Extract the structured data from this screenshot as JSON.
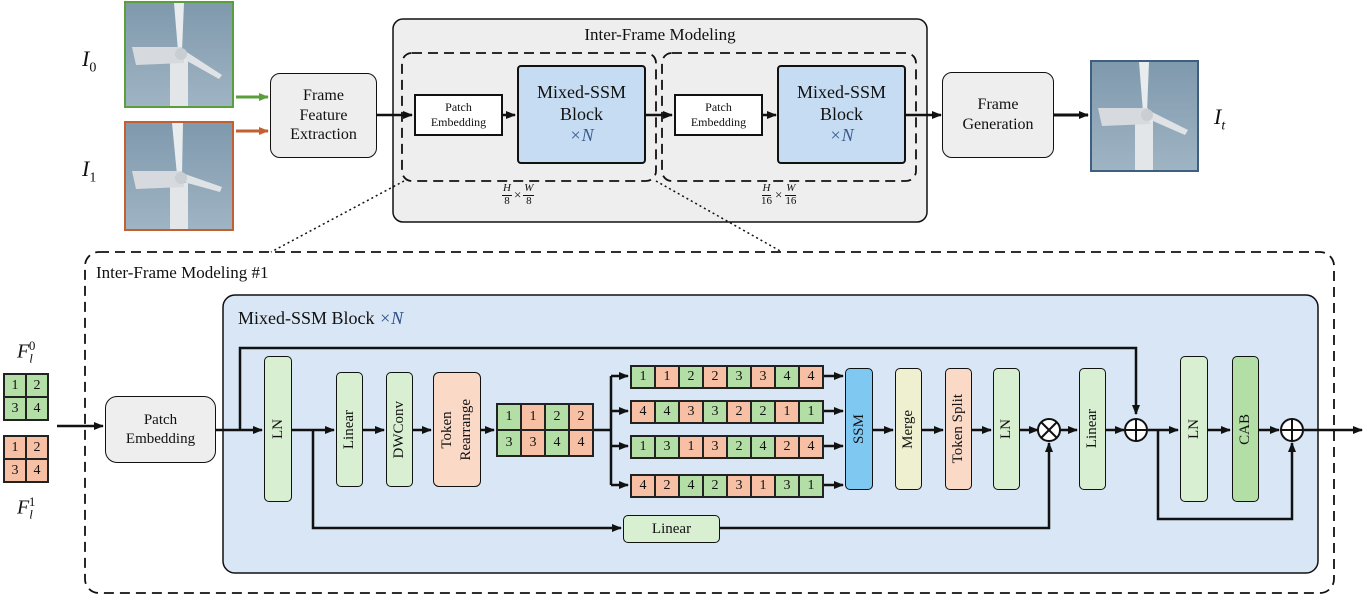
{
  "colors": {
    "blue_fill": "#d8e6f5",
    "mixed_fill": "#c6dcf2",
    "green": "#5a9f3c",
    "orange": "#c45f31",
    "gray_fill": "#eeeeee",
    "ssm_blue": "#7ec8f2",
    "merge_fill": "#eef0cf",
    "green_fill": "#d8efd1",
    "orange_fill": "#fad9c7"
  },
  "top": {
    "title": "Inter-Frame Modeling",
    "inputs": [
      {
        "sym": "I",
        "sub": "0",
        "color": "green"
      },
      {
        "sym": "I",
        "sub": "1",
        "color": "orange"
      }
    ],
    "output": {
      "sym": "I",
      "sub": "t"
    },
    "frame_feature_extraction": "Frame\nFeature\nExtraction",
    "patch_embedding_small": "Patch\nEmbedding",
    "mixed_ssm_line1": "Mixed-SSM",
    "mixed_ssm_line2": "Block",
    "times_n": "×N",
    "frame_generation": "Frame\nGeneration",
    "dim1": {
      "num1": "H",
      "den1": "8",
      "num2": "W",
      "den2": "8"
    },
    "dim2": {
      "num1": "H",
      "den1": "16",
      "num2": "W",
      "den2": "16"
    }
  },
  "bottom": {
    "title": "Inter-Frame Modeling #1",
    "block_title": "Mixed-SSM Block ",
    "block_title_n": "×N",
    "feat_top": {
      "sym": "F",
      "sub": "l",
      "sup": "0"
    },
    "feat_bottom": {
      "sym": "F",
      "sub": "l",
      "sup": "1"
    },
    "patch_embedding": "Patch\nEmbedding",
    "ln": "LN",
    "linear": "Linear",
    "dwconv": "DWConv",
    "token_rearrange": "Token\nRearrange",
    "ssm": "SSM",
    "merge": "Merge",
    "token_split": "Token Split",
    "cab": "CAB",
    "grid_green": [
      "1",
      "2",
      "3",
      "4"
    ],
    "grid_orange": [
      "1",
      "2",
      "3",
      "4"
    ],
    "rearranged": [
      [
        {
          "v": "1",
          "c": "g"
        },
        {
          "v": "1",
          "c": "o"
        },
        {
          "v": "2",
          "c": "g"
        },
        {
          "v": "2",
          "c": "o"
        }
      ],
      [
        {
          "v": "3",
          "c": "g"
        },
        {
          "v": "3",
          "c": "o"
        },
        {
          "v": "4",
          "c": "g"
        },
        {
          "v": "4",
          "c": "o"
        }
      ]
    ],
    "sequences": [
      [
        {
          "v": "1",
          "c": "g"
        },
        {
          "v": "1",
          "c": "o"
        },
        {
          "v": "2",
          "c": "g"
        },
        {
          "v": "2",
          "c": "o"
        },
        {
          "v": "3",
          "c": "g"
        },
        {
          "v": "3",
          "c": "o"
        },
        {
          "v": "4",
          "c": "g"
        },
        {
          "v": "4",
          "c": "o"
        }
      ],
      [
        {
          "v": "4",
          "c": "o"
        },
        {
          "v": "4",
          "c": "g"
        },
        {
          "v": "3",
          "c": "o"
        },
        {
          "v": "3",
          "c": "g"
        },
        {
          "v": "2",
          "c": "o"
        },
        {
          "v": "2",
          "c": "g"
        },
        {
          "v": "1",
          "c": "o"
        },
        {
          "v": "1",
          "c": "g"
        }
      ],
      [
        {
          "v": "1",
          "c": "g"
        },
        {
          "v": "3",
          "c": "g"
        },
        {
          "v": "1",
          "c": "o"
        },
        {
          "v": "3",
          "c": "o"
        },
        {
          "v": "2",
          "c": "g"
        },
        {
          "v": "4",
          "c": "g"
        },
        {
          "v": "2",
          "c": "o"
        },
        {
          "v": "4",
          "c": "o"
        }
      ],
      [
        {
          "v": "4",
          "c": "o"
        },
        {
          "v": "2",
          "c": "o"
        },
        {
          "v": "4",
          "c": "g"
        },
        {
          "v": "2",
          "c": "g"
        },
        {
          "v": "3",
          "c": "o"
        },
        {
          "v": "1",
          "c": "o"
        },
        {
          "v": "3",
          "c": "g"
        },
        {
          "v": "1",
          "c": "g"
        }
      ]
    ]
  }
}
